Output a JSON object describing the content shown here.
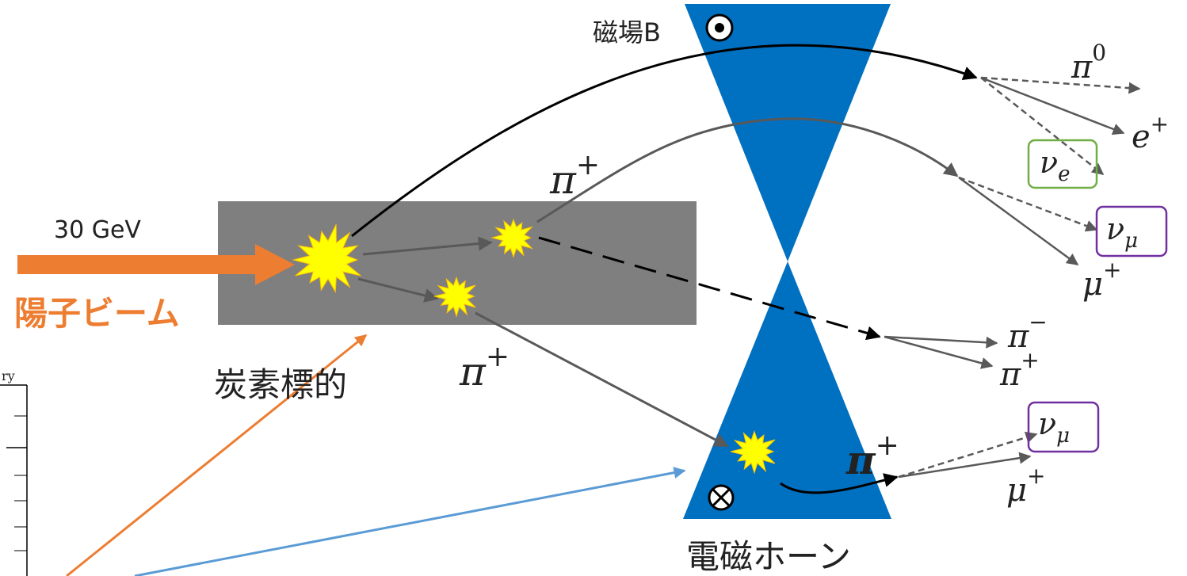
{
  "labels": {
    "magnetic_field": "磁場B",
    "beam_energy": "30 GeV",
    "proton_beam": "陽子ビーム",
    "carbon_target": "炭素標的",
    "em_horn": "電磁ホーン",
    "partial_text": "ry"
  },
  "particles": {
    "pi_plus_upper": {
      "sym": "π",
      "sup": "+"
    },
    "pi_plus_lower": {
      "sym": "π",
      "sup": "+"
    },
    "pi_plus_horn": {
      "sym": "π",
      "sup": "+"
    },
    "pi0": {
      "sym": "π",
      "sup": "0"
    },
    "e_plus": {
      "sym": "e",
      "sup": "+"
    },
    "nu_e": {
      "sym": "ν",
      "sub": "e"
    },
    "nu_mu_top": {
      "sym": "ν",
      "sub": "μ"
    },
    "mu_plus_top": {
      "sym": "μ",
      "sup": "+"
    },
    "pi_minus": {
      "sym": "π",
      "sup": "−"
    },
    "pi_plus_right": {
      "sym": "π",
      "sup": "+"
    },
    "nu_mu_bottom": {
      "sym": "ν",
      "sub": "μ"
    },
    "mu_plus_bottom": {
      "sym": "μ",
      "sup": "+"
    }
  },
  "colors": {
    "beam_orange": "#ED7D31",
    "horn_blue": "#0070C0",
    "target_gray": "#7F7F7F",
    "flash_yellow": "#FFFF00",
    "track_gray": "#595959",
    "pointer_blue": "#5B9BD5",
    "nu_e_green": "#70AD47",
    "nu_mu_purple": "#7030A0"
  },
  "icons": {
    "field_out": "dot-in-circle-icon",
    "field_in": "cross-in-circle-icon"
  }
}
